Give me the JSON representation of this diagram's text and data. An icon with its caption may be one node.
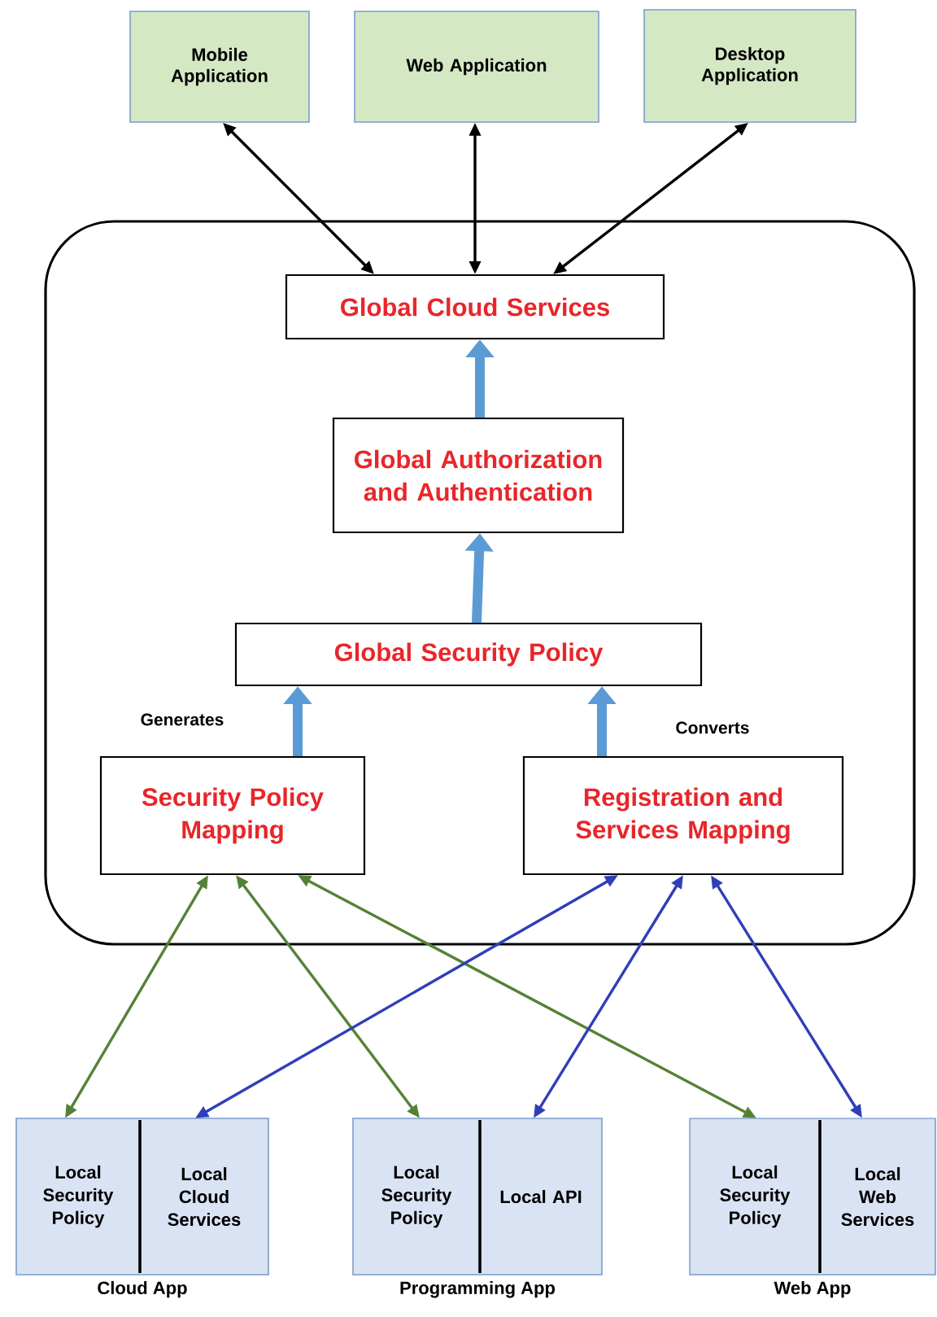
{
  "diagram": {
    "nodes": [
      {
        "text": [
          "Mobile Application"
        ]
      },
      {
        "text": [
          "Web Application"
        ]
      },
      {
        "text": [
          "Desktop Application"
        ]
      },
      {
        "text": [],
        "shape": "box"
      },
      {
        "text": [
          "Global Cloud Services"
        ],
        "in": 3
      },
      {
        "text": [
          "Global Authorization and Authentication"
        ],
        "in": 3
      },
      {
        "text": [
          "Global Security  Policy"
        ],
        "in": 3
      },
      {
        "text": [
          "Security Policy Mapping"
        ],
        "in": 3
      },
      {
        "text": [
          "Registration and Services Mapping"
        ],
        "in": 3
      },
      {
        "text": [
          "Cloud App"
        ]
      },
      {
        "text": [
          "Local Security Policy"
        ],
        "in": 9
      },
      {
        "text": [
          "Local Cloud Services"
        ],
        "in": 9
      },
      {
        "text": [
          "Programming App"
        ]
      },
      {
        "text": [
          "Local Security Policy"
        ],
        "in": 12
      },
      {
        "text": [
          "Local API"
        ],
        "in": 12
      },
      {
        "text": [
          "Web App"
        ]
      },
      {
        "text": [
          "Local Security Policy"
        ],
        "in": 15
      },
      {
        "text": [
          "Local Web Services"
        ],
        "in": 15
      }
    ],
    "edges": [
      {
        "from": 0,
        "to": 4,
        "arrow": "both",
        "color": "#000000"
      },
      {
        "from": 1,
        "to": 4,
        "arrow": "both",
        "color": "#000000"
      },
      {
        "from": 2,
        "to": 4,
        "arrow": "both",
        "color": "#000000"
      },
      {
        "from": 5,
        "to": 4,
        "arrow": "to",
        "style": "thick",
        "color": "#5b9bd5"
      },
      {
        "from": 6,
        "to": 5,
        "arrow": "to",
        "style": "thick",
        "color": "#5b9bd5"
      },
      {
        "from": 7,
        "to": 6,
        "arrow": "to",
        "style": "thick",
        "color": "#5b9bd5",
        "label": "Generates"
      },
      {
        "from": 8,
        "to": 6,
        "arrow": "to",
        "style": "thick",
        "color": "#5b9bd5",
        "label": "Converts"
      },
      {
        "from": 10,
        "to": 7,
        "arrow": "both",
        "color": "#548235"
      },
      {
        "from": 13,
        "to": 7,
        "arrow": "both",
        "color": "#548235"
      },
      {
        "from": 16,
        "to": 7,
        "arrow": "both",
        "color": "#548235"
      },
      {
        "from": 11,
        "to": 8,
        "arrow": "both",
        "color": "#2f3fb8"
      },
      {
        "from": 14,
        "to": 8,
        "arrow": "both",
        "color": "#2f3fb8"
      },
      {
        "from": 17,
        "to": 8,
        "arrow": "both",
        "color": "#2f3fb8"
      }
    ]
  }
}
